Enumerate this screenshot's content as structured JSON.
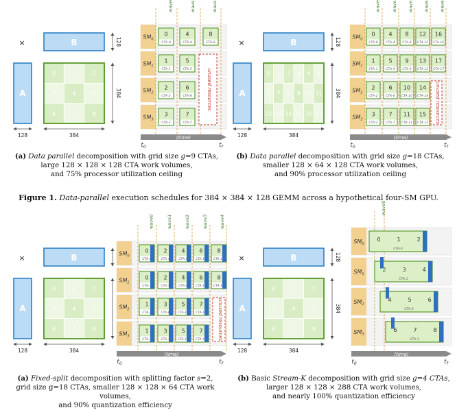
{
  "labels": {
    "times": "×",
    "A": "A",
    "B": "B",
    "dim128": "128",
    "dim384": "384",
    "t0": "t",
    "t0sub": "0",
    "tf": "t",
    "tfsub": "f",
    "time": "(time)",
    "unused": "unused resources",
    "sm": [
      "SM0",
      "SM1",
      "SM2",
      "SM3"
    ]
  },
  "panels": {
    "a": {
      "tiles": [
        "0",
        "1",
        "2",
        "3",
        "4",
        "5",
        "6",
        "7",
        "8"
      ],
      "waves": [
        "wave0",
        "wave1",
        "wave2"
      ],
      "rows": [
        [
          {
            "t": "0",
            "c": "CTA-0"
          },
          {
            "t": "4",
            "c": "CTA-4"
          },
          {
            "t": "8",
            "c": "CTA-8"
          }
        ],
        [
          {
            "t": "1",
            "c": "CTA-1"
          },
          {
            "t": "5",
            "c": "CTA-5"
          }
        ],
        [
          {
            "t": "2",
            "c": "CTA-2"
          },
          {
            "t": "6",
            "c": "CTA-6"
          }
        ],
        [
          {
            "t": "3",
            "c": "CTA-3"
          },
          {
            "t": "7",
            "c": "CTA-7"
          }
        ]
      ]
    },
    "b": {
      "tiles": [
        "0",
        "1",
        "2",
        "3",
        "4",
        "5",
        "6",
        "7",
        "8",
        "9",
        "10",
        "11",
        "12",
        "13",
        "14",
        "15",
        "16",
        "17"
      ],
      "waves": [
        "wave0",
        "wave1",
        "wave2",
        "wave3",
        "wave4"
      ],
      "rows": [
        [
          {
            "t": "0",
            "c": "CTA-0"
          },
          {
            "t": "4",
            "c": "CTA-4"
          },
          {
            "t": "8",
            "c": "CTA-8"
          },
          {
            "t": "12",
            "c": "CTA-12"
          },
          {
            "t": "16",
            "c": "CTA-16"
          }
        ],
        [
          {
            "t": "1",
            "c": "CTA-1"
          },
          {
            "t": "5",
            "c": "CTA-5"
          },
          {
            "t": "9",
            "c": "CTA-9"
          },
          {
            "t": "13",
            "c": "CTA-13"
          },
          {
            "t": "17",
            "c": "CTA-17"
          }
        ],
        [
          {
            "t": "2",
            "c": "CTA-2"
          },
          {
            "t": "6",
            "c": "CTA-6"
          },
          {
            "t": "10",
            "c": "CTA-10"
          },
          {
            "t": "14",
            "c": "CTA-14"
          }
        ],
        [
          {
            "t": "3",
            "c": "CTA-3"
          },
          {
            "t": "7",
            "c": "CTA-7"
          },
          {
            "t": "11",
            "c": "CTA-11"
          },
          {
            "t": "15",
            "c": "CTA-15"
          }
        ]
      ]
    },
    "c": {
      "tiles": [
        "0",
        "1",
        "2",
        "3",
        "4",
        "5",
        "6",
        "7",
        "8"
      ],
      "waves": [
        "wave0",
        "wave1",
        "wave2",
        "wave3",
        "wave4"
      ],
      "rows": [
        [
          {
            "t": "0",
            "c": "CTA-0"
          },
          {
            "t": "2",
            "c": "CTA-4"
          },
          {
            "t": "4",
            "c": "CTA-8"
          },
          {
            "t": "6",
            "c": "CTA-12"
          },
          {
            "t": "8",
            "c": "CTA-16"
          }
        ],
        [
          {
            "t": "0",
            "c": "CTA-1"
          },
          {
            "t": "2",
            "c": "CTA-5"
          },
          {
            "t": "4",
            "c": "CTA-9"
          },
          {
            "t": "6",
            "c": "CTA-13"
          },
          {
            "t": "8",
            "c": "CTA-17"
          }
        ],
        [
          {
            "t": "1",
            "c": "CTA-2"
          },
          {
            "t": "3",
            "c": "CTA-6"
          },
          {
            "t": "5",
            "c": "CTA-10"
          },
          {
            "t": "7",
            "c": "CTA-14"
          }
        ],
        [
          {
            "t": "1",
            "c": "CTA-3"
          },
          {
            "t": "3",
            "c": "CTA-7"
          },
          {
            "t": "5",
            "c": "CTA-11"
          },
          {
            "t": "7",
            "c": "CTA-15"
          }
        ]
      ]
    },
    "d": {
      "tiles": [
        "0",
        "1",
        "2",
        "3",
        "4",
        "5",
        "6",
        "7",
        "8"
      ],
      "waves": [
        "wave0"
      ],
      "rows": [
        {
          "nums": [
            "0",
            "1",
            "2"
          ],
          "c": "CTA-0"
        },
        {
          "nums": [
            "2",
            "3",
            "4"
          ],
          "c": "CTA-1"
        },
        {
          "nums": [
            "4",
            "5",
            "6"
          ],
          "c": "CTA-2"
        },
        {
          "nums": [
            "6",
            "7",
            "8"
          ],
          "c": "CTA-3"
        }
      ]
    }
  },
  "captions": {
    "a": {
      "tag": "(a)",
      "l1a": "Data parallel",
      "l1b": " decomposition with grid size ",
      "l1c": "g",
      "l1d": "=9 CTAs,",
      "l2": "large 128 × 128 × 128 CTA work volumes,",
      "l3": "and 75% processor utilization ceiling"
    },
    "b": {
      "tag": "(b)",
      "l1a": "Data parallel",
      "l1b": " decomposition with grid size ",
      "l1c": "g",
      "l1d": "=18 CTAs,",
      "l2": "smaller 128 × 64 × 128 CTA work volumes,",
      "l3": "and 90% processor utilization ceiling"
    },
    "c": {
      "tag": "(a)",
      "l1a": "Fixed-split",
      "l1b": " decomposition with splitting factor ",
      "l1c": "s",
      "l1d": "=2,",
      "l2": "grid size g=18 CTAs, smaller 128 × 128 × 64 CTA work volumes,",
      "l3": "and 90% quantization efficiency"
    },
    "d": {
      "tag": "(b)",
      "l1a": "Basic ",
      "l1b": "Stream-K",
      "l1c": " decomposition with grid size ",
      "l1d": "g=4 CTAs,",
      "l2": "larger 128 × 128 × 288 CTA work volumes,",
      "l3": "and nearly 100% quantization efficiency"
    }
  },
  "figure1": {
    "tag": "Figure 1.",
    "italic": "Data-parallel",
    "rest": " execution schedules for 384 × 384 × 128 GEMM across a hypothetical four-SM GPU."
  }
}
